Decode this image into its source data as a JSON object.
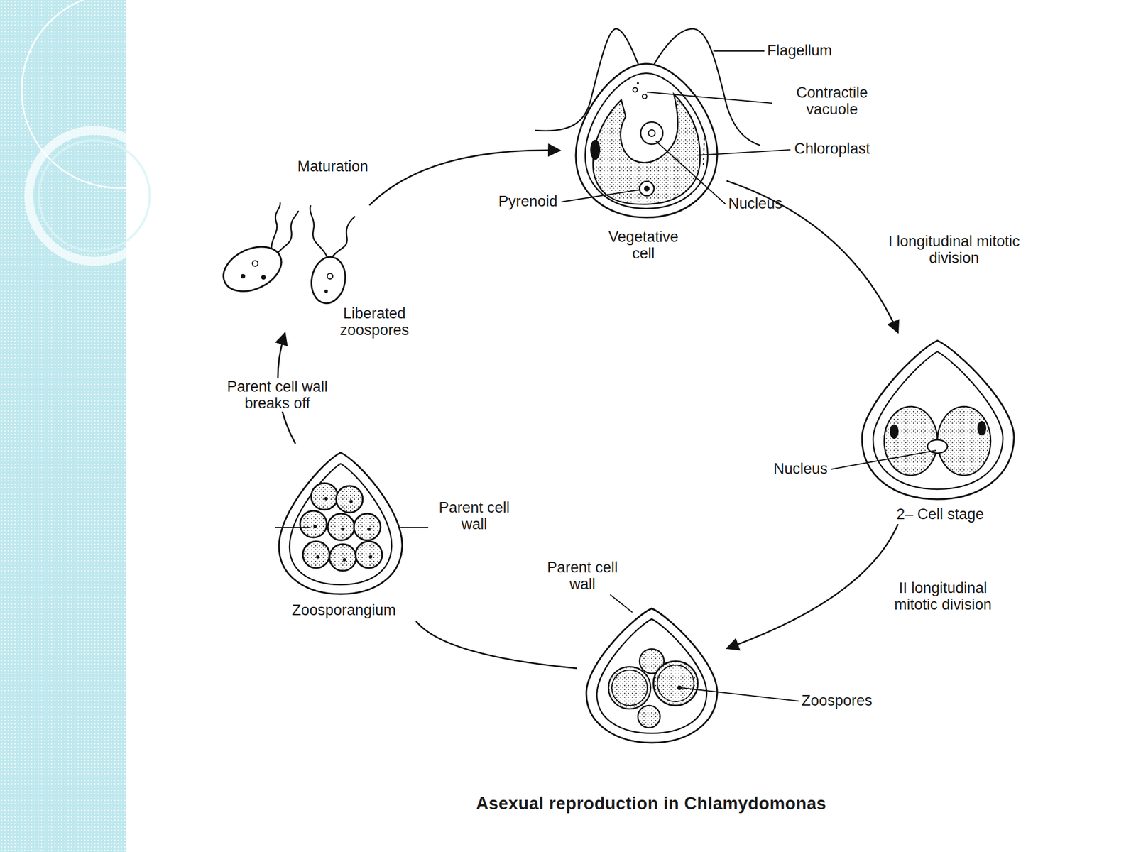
{
  "diagram": {
    "caption": "Asexual reproduction in Chlamydomonas",
    "nodes": [
      {
        "text": [
          "Vegetative cell"
        ]
      },
      {
        "text": [
          "2– Cell stage"
        ]
      },
      {
        "text": [
          "Zoospores"
        ]
      },
      {
        "text": [
          "Zoosporangium"
        ]
      },
      {
        "text": [
          "Liberated zoospores"
        ]
      }
    ],
    "edges": [
      {
        "from": 0,
        "to": 1,
        "arrow": "to",
        "label": "I longitudinal mitotic division"
      },
      {
        "from": 1,
        "to": 2,
        "arrow": "to",
        "label": "II longitudinal mitotic division"
      },
      {
        "from": 2,
        "to": 3,
        "arrow": "none"
      },
      {
        "from": 3,
        "to": 4,
        "arrow": "to",
        "label": "Parent cell wall breaks off"
      },
      {
        "from": 4,
        "to": 0,
        "arrow": "to",
        "label": "Maturation"
      }
    ],
    "labels": [
      "Flagellum",
      "Contractile vacuole",
      "Chloroplast",
      "Nucleus",
      "Pyrenoid",
      "Nucleus",
      "Parent cell wall",
      "Parent cell wall"
    ]
  }
}
